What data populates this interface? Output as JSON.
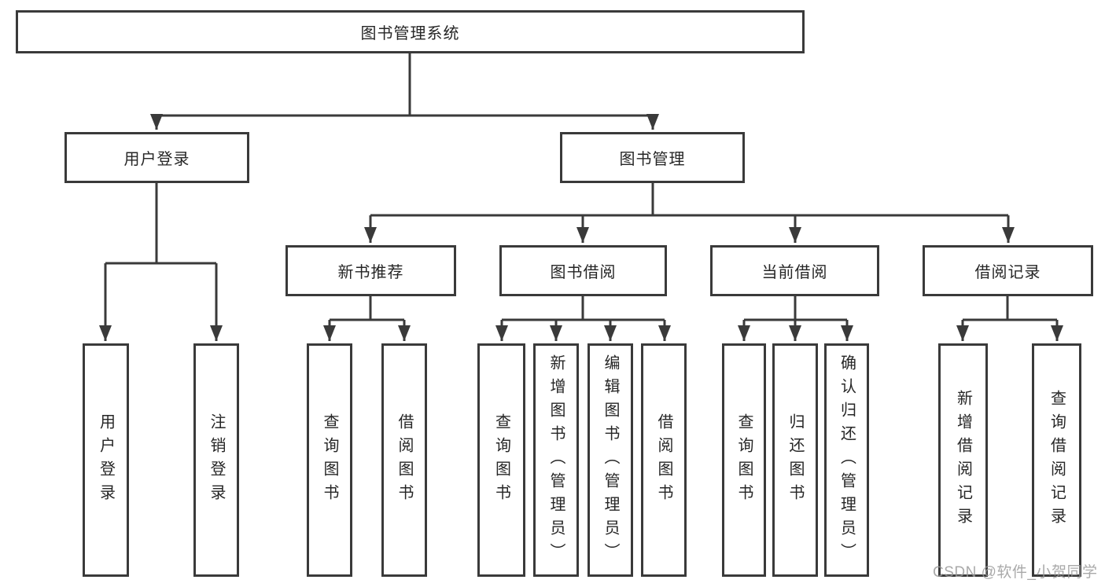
{
  "diagram_title": "图书管理系统",
  "colors": {
    "line": "#3a3a3a",
    "box_border": "#3a3a3a",
    "box_background": "#ffffff",
    "text": "#262626",
    "watermark": "#9b9b9b"
  },
  "tree": {
    "root": {
      "label": "图书管理系统"
    },
    "branches": [
      {
        "label": "用户登录",
        "children": [
          {
            "label": "用户登录"
          },
          {
            "label": "注销登录"
          }
        ]
      },
      {
        "label": "图书管理",
        "groups": [
          {
            "label": "新书推荐",
            "children": [
              {
                "label": "查询图书"
              },
              {
                "label": "借阅图书"
              }
            ]
          },
          {
            "label": "图书借阅",
            "children": [
              {
                "label": "查询图书"
              },
              {
                "label": "新增图书（管理员）"
              },
              {
                "label": "编辑图书（管理员）"
              },
              {
                "label": "借阅图书"
              }
            ]
          },
          {
            "label": "当前借阅",
            "children": [
              {
                "label": "查询图书"
              },
              {
                "label": "归还图书"
              },
              {
                "label": "确认归还（管理员）"
              }
            ]
          },
          {
            "label": "借阅记录",
            "children": [
              {
                "label": "新增借阅记录"
              },
              {
                "label": "查询借阅记录"
              }
            ]
          }
        ]
      }
    ]
  },
  "watermark": {
    "text": "CSDN @软件_小贺同学"
  }
}
